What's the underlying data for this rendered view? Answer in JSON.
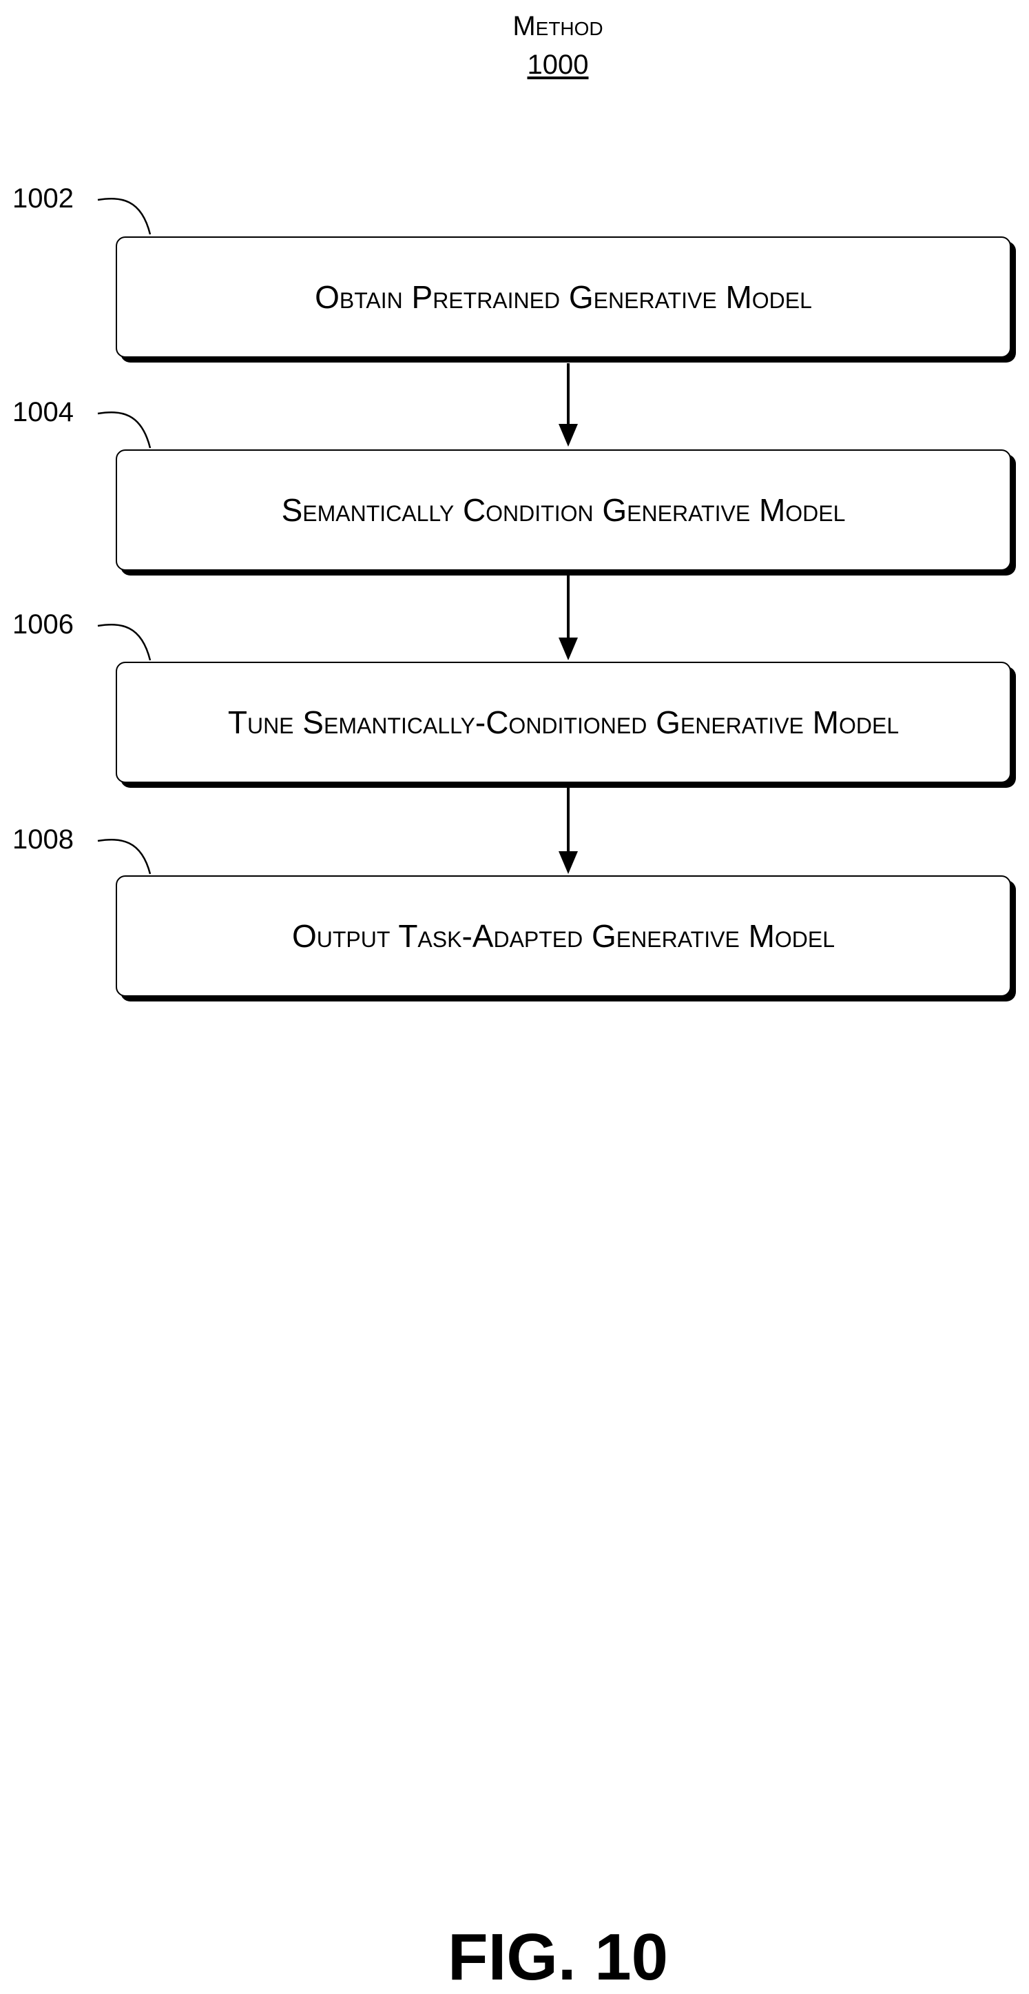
{
  "title": {
    "label": "Method",
    "number": "1000"
  },
  "steps": [
    {
      "ref": "1002",
      "label": "Obtain Pretrained Generative Model"
    },
    {
      "ref": "1004",
      "label": "Semantically Condition Generative Model"
    },
    {
      "ref": "1006",
      "label": "Tune Semantically-Conditioned Generative Model"
    },
    {
      "ref": "1008",
      "label": "Output Task-Adapted Generative Model"
    }
  ],
  "figure_label": "FIG. 10"
}
